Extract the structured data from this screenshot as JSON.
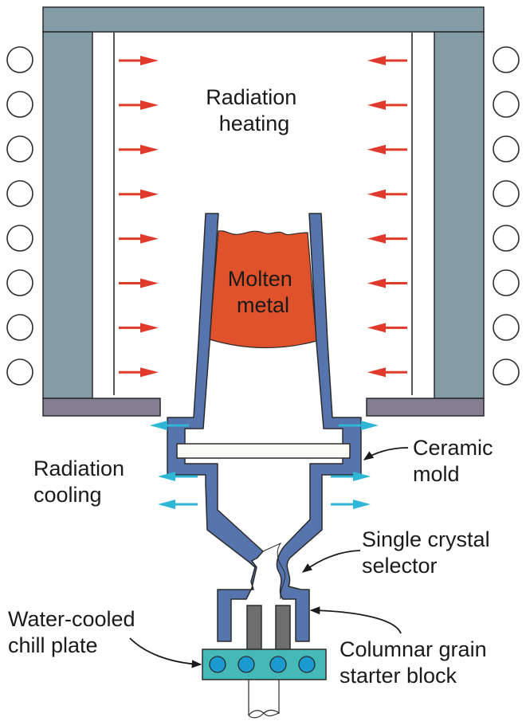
{
  "title": "Single crystal directional solidification furnace",
  "labels": {
    "radiation_heating": [
      "Radiation",
      "heating"
    ],
    "molten_metal": [
      "Molten",
      "metal"
    ],
    "radiation_cooling": [
      "Radiation",
      "cooling"
    ],
    "ceramic_mold": [
      "Ceramic",
      "mold"
    ],
    "single_crystal_selector": [
      "Single crystal",
      "selector"
    ],
    "water_cooled_chill_plate": [
      "Water-cooled",
      "chill plate"
    ],
    "columnar_grain_starter_block": [
      "Columnar grain",
      "starter block"
    ]
  },
  "counts": {
    "heating_coils_per_side": 8,
    "heating_arrows_per_side": 8,
    "cooling_arrows_per_side": 3,
    "chill_plate_water_channels": 4,
    "starter_block_columns": 2
  },
  "colors": {
    "furnace_wall": "#839ca6",
    "baffle": "#837d92",
    "ceramic_mold": "#5674ad",
    "molten_metal": "#df522c",
    "heating_arrow": "#e03a2c",
    "cooling_arrow": "#2db6d6",
    "chill_plate": "#45b8b8",
    "water_channel": "#1a9ad0",
    "starter_block": "#6e6e6e",
    "outline": "#2b2b2b"
  }
}
